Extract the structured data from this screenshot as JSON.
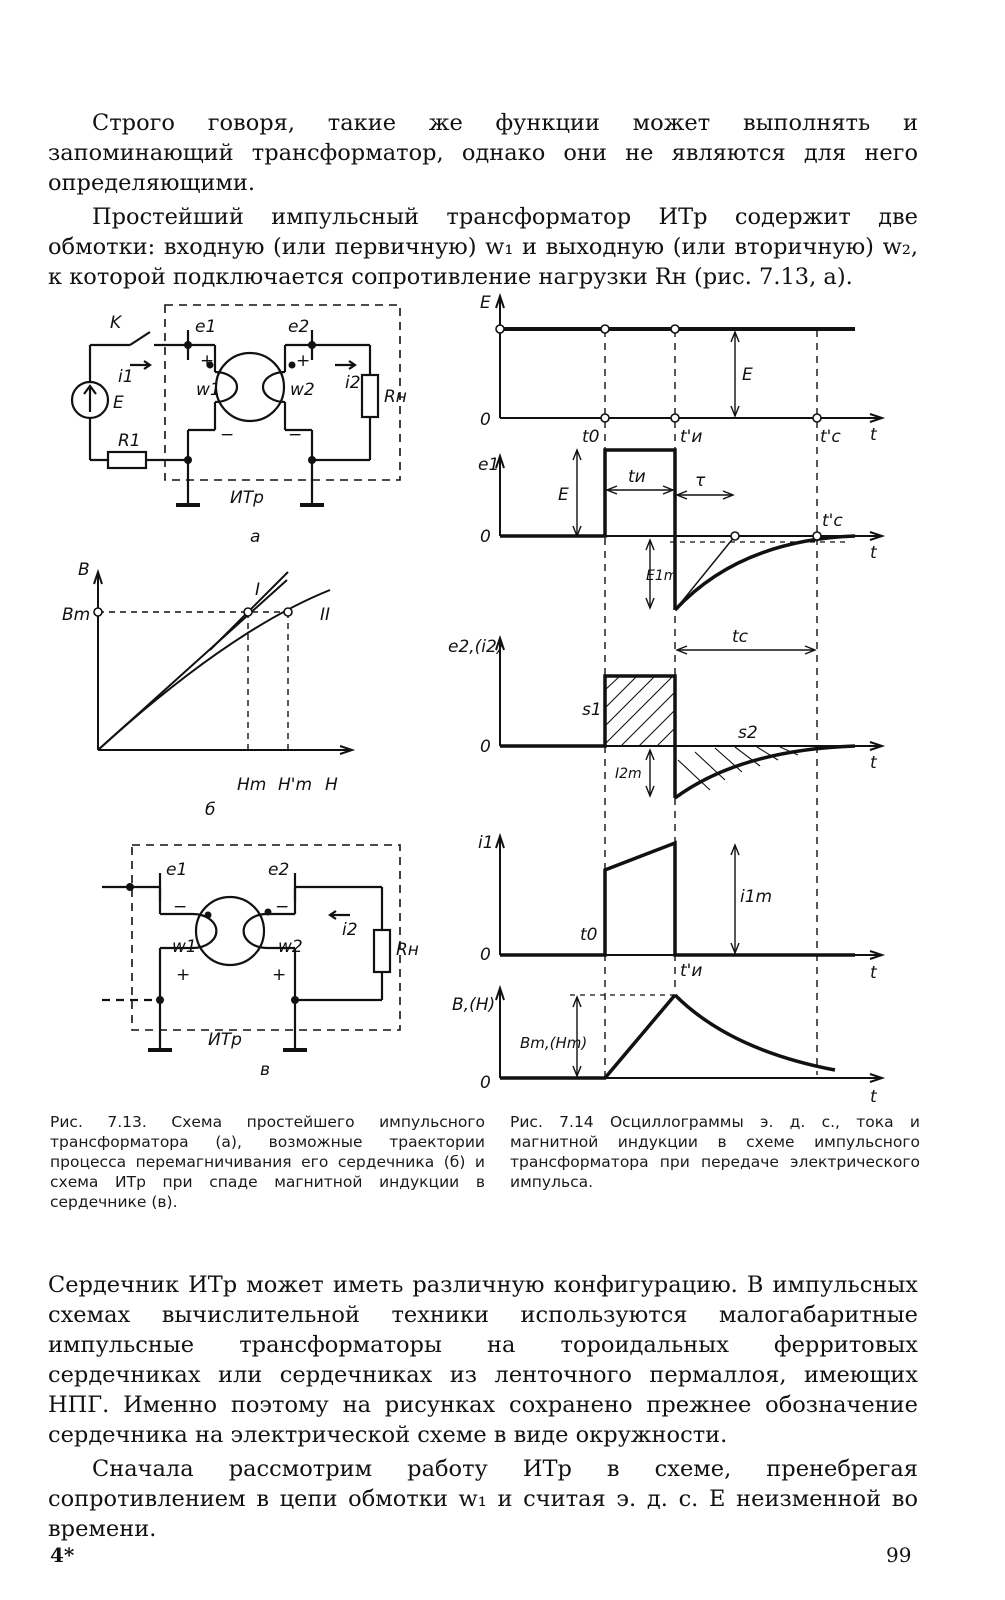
{
  "paragraphs_top": [
    "Строго говоря, такие же функции может выполнять и запоминающий трансформатор, однако они не являются для него определяющими.",
    "Простейший импульсный трансформатор ИТр содержит две обмотки: входную (или первичную) w₁ и выходную (или вторичную) w₂, к которой подключается сопротивление нагрузки Rн (рис. 7.13, а)."
  ],
  "fig713": {
    "labels": {
      "K": "K",
      "i1": "i1",
      "E": "E",
      "R1": "R1",
      "e1": "e1",
      "e2": "e2",
      "w1": "w1",
      "w2": "w2",
      "i2": "i2",
      "Rn": "Rн",
      "ITr": "ИТр",
      "plus": "+",
      "minus": "−",
      "a": "а",
      "b": "б",
      "v": "в",
      "B": "B",
      "Bm": "Bm",
      "H": "H",
      "Hm": "Hm",
      "Hm2": "H'm",
      "I": "I",
      "II": "II"
    },
    "caption": "Рис. 7.13. Схема простейшего импульсного трансформатора (а), возможные траектории процесса перемагничивания его сердечника (б) и схема ИТр при спаде магнитной индукции в сердечнике (в)."
  },
  "fig714": {
    "labels": {
      "E": "E",
      "zero": "0",
      "t": "t",
      "t0": "t0",
      "tn1": "t'и",
      "tc1": "t'c",
      "e1": "e1",
      "tn": "tи",
      "tau": "τ",
      "E1m": "E1m",
      "e2i2": "e2,(i2)",
      "tc": "tc",
      "s1": "s1",
      "s2": "s2",
      "I2m": "I2m",
      "i1": "i1",
      "i1m": "i1m",
      "BH": "B,(H)",
      "BmHm": "Bm,(Hm)"
    },
    "caption": "Рис. 7.14 Осциллограммы э. д. с., тока и магнитной индукции в схеме импульсного трансформатора при передаче электрического импульса."
  },
  "paragraphs_bottom": [
    "Сердечник ИТр может иметь различную конфигурацию. В импульсных схемах вычислительной техники используются малогабаритные импульсные трансформаторы на тороидальных ферритовых сердечниках или сердечниках из ленточного пермаллоя, имеющих НПГ. Именно поэтому на рисунках сохранено прежнее обозначение сердечника на электрической схеме в виде окружности.",
    "Сначала рассмотрим работу ИТр в схеме, пренебрегая сопротивлением в цепи обмотки w₁ и считая э. д. с. E неизменной во времени."
  ],
  "footer": {
    "signature": "4*",
    "page_number": "99"
  }
}
